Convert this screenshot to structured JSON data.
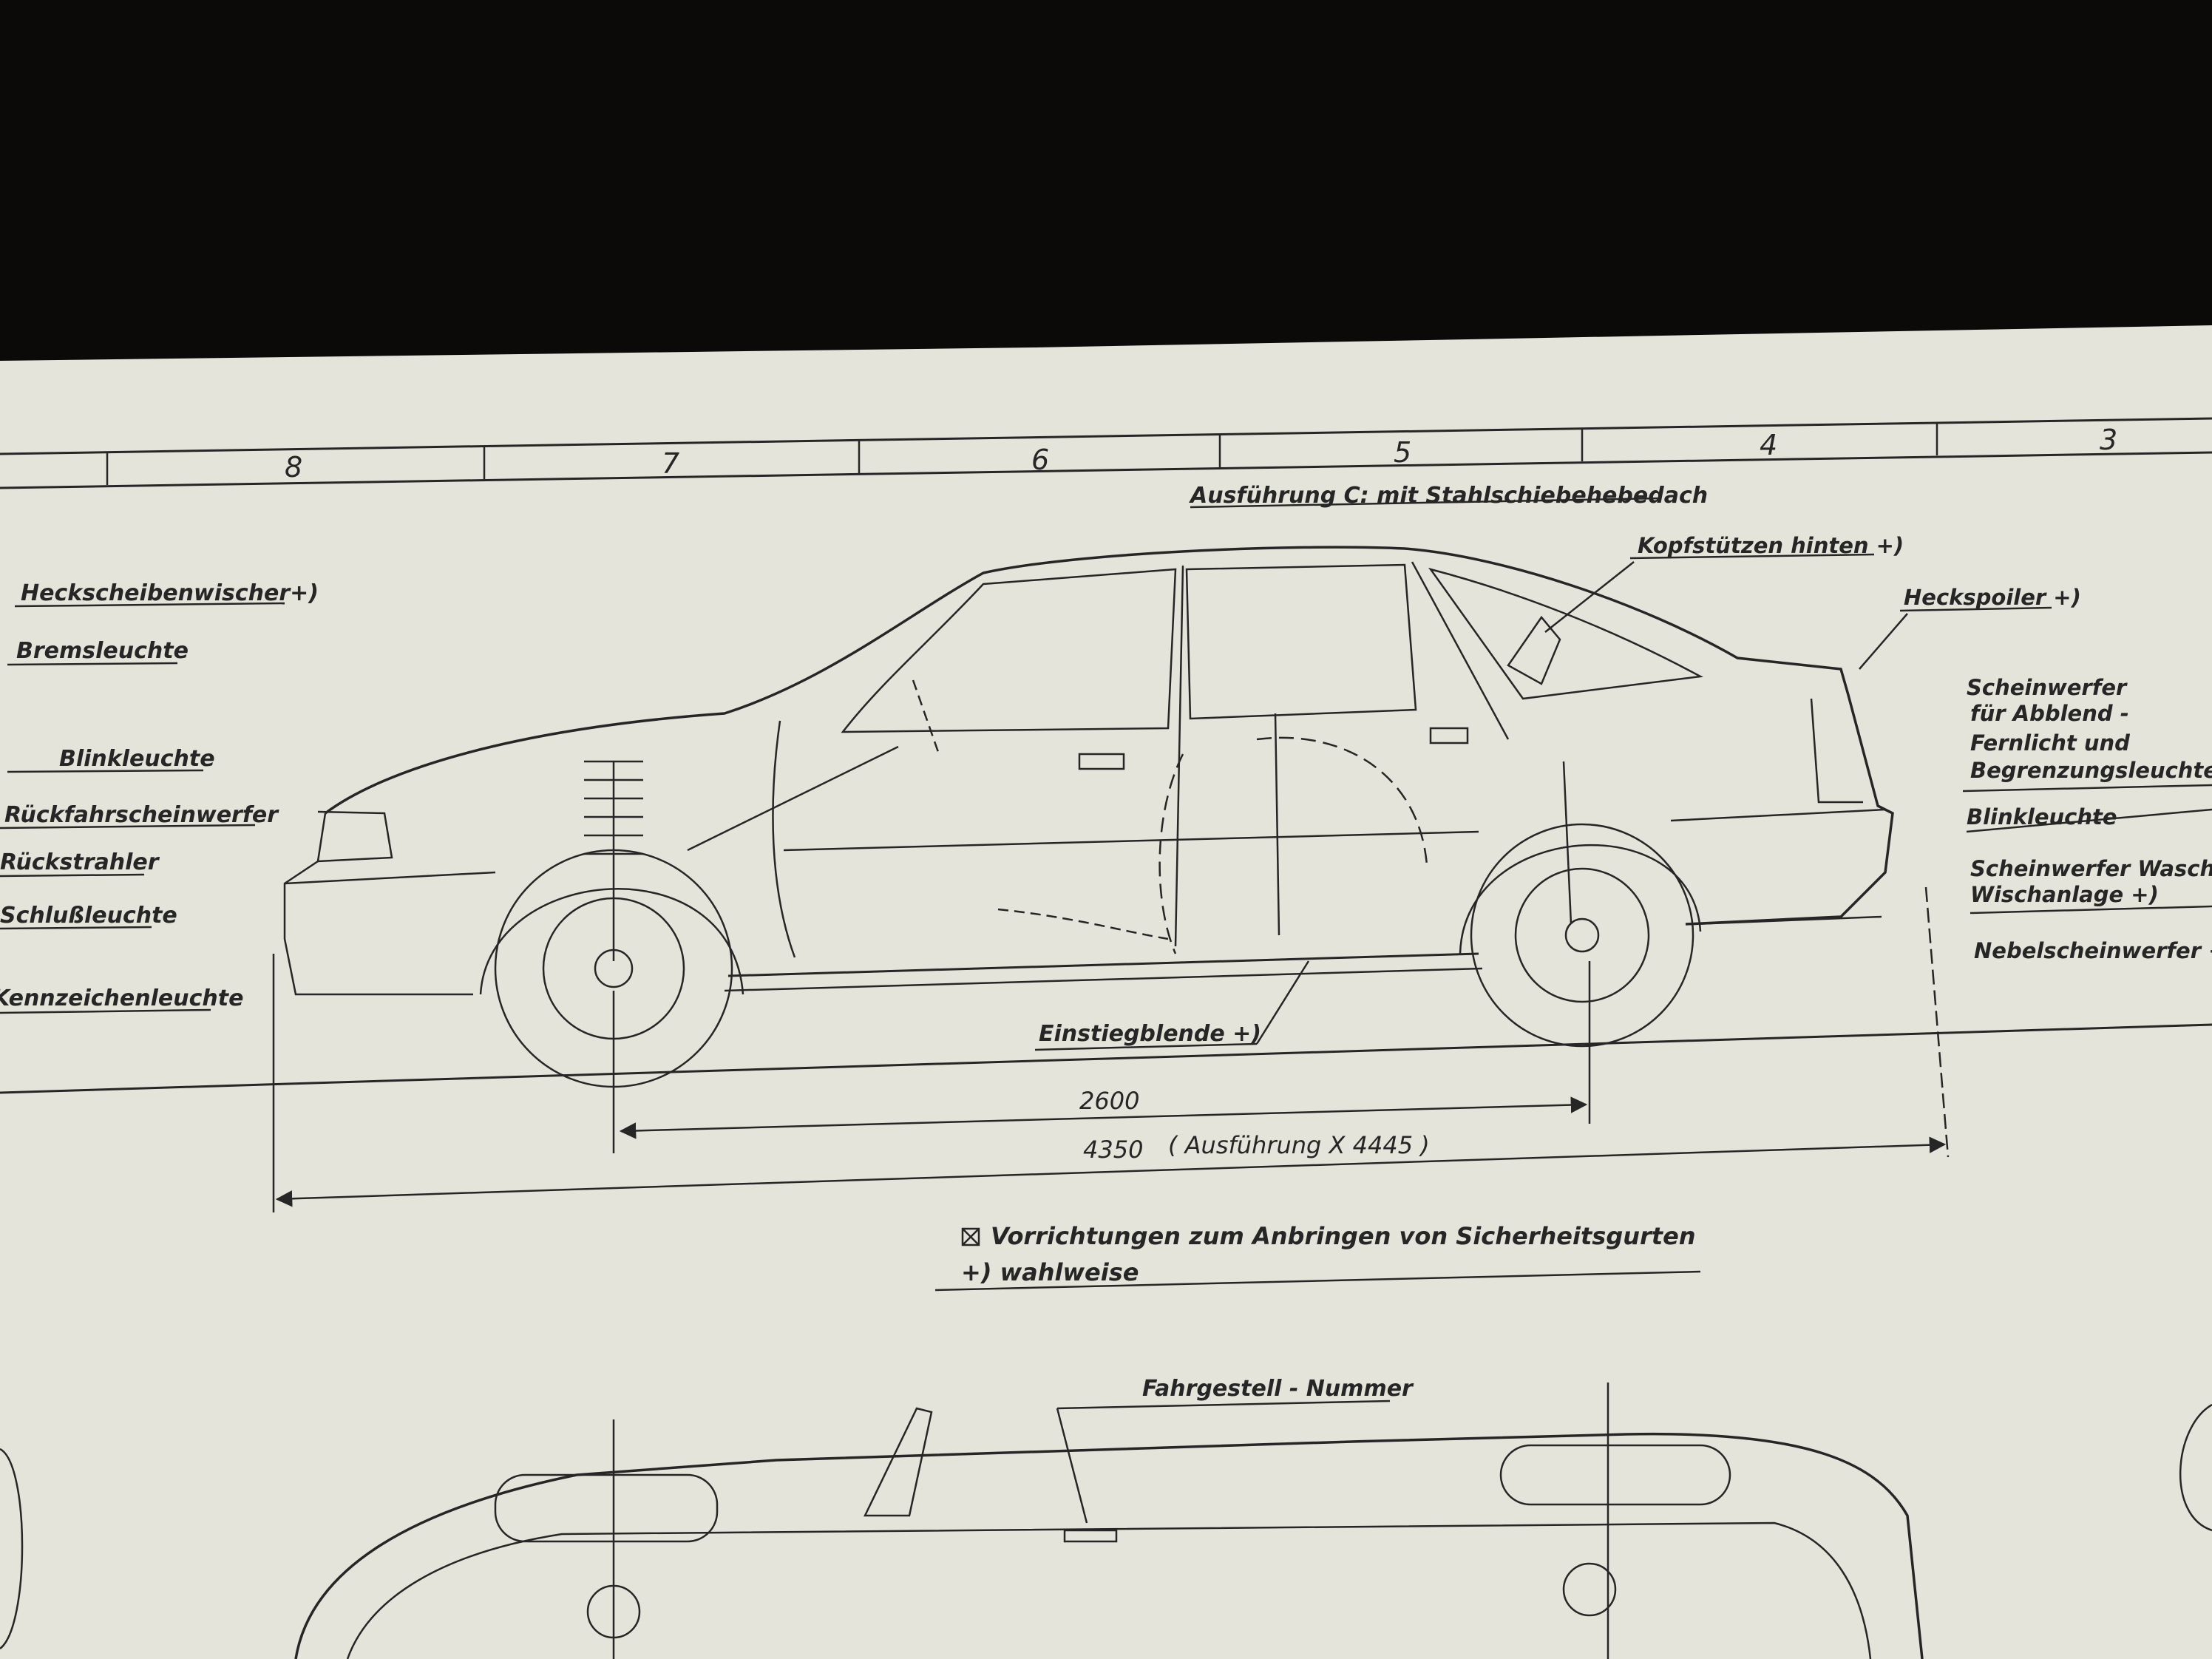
{
  "ruler": {
    "zones": [
      "8",
      "7",
      "6",
      "5",
      "4",
      "3"
    ]
  },
  "labels_left": {
    "heckscheibenwischer": "Heckscheibenwischer+)",
    "bremsleuchte": "Bremsleuchte",
    "blinkleuchte": "Blinkleuchte",
    "rueckfahrscheinwerfer": "Rückfahrscheinwerfer",
    "rueckstrahler": "Rückstrahler",
    "schlussleuchte": "Schlußleuchte",
    "kennzeichenleuchte": "Kennzeichenleuchte"
  },
  "labels_top": {
    "schiebedach": "Ausführung C: mit Stahlschiebehebedach",
    "kopfstuetzen": "Kopfstützen hinten +)",
    "heckspoiler": "Heckspoiler +)"
  },
  "labels_right": {
    "scheinwerfer_lines": [
      "Scheinwerfer",
      "für Abblend -",
      "Fernlicht  und",
      "Begrenzungsleuchte"
    ],
    "blinkleuchte": "Blinkleuchte",
    "wasch_lines": [
      "Scheinwerfer Wasch-",
      "Wischanlage +)"
    ],
    "nebelscheinwerfer": "Nebelscheinwerfer +)"
  },
  "labels_bottom": {
    "einstiegblende": "Einstiegblende +)",
    "fahrgestell": "Fahrgestell - Nummer"
  },
  "dimensions": {
    "wheelbase": "2600",
    "length": "4350",
    "length_variant": "( Ausführung X 4445 )"
  },
  "legend": {
    "symbol_text": "Vorrichtungen  zum  Anbringen  von  Sicherheitsgurten",
    "optional_text": "+) wahlweise"
  },
  "colors": {
    "paper": "#e6e6dc",
    "ink": "#262626",
    "background": "#0b0a09"
  }
}
